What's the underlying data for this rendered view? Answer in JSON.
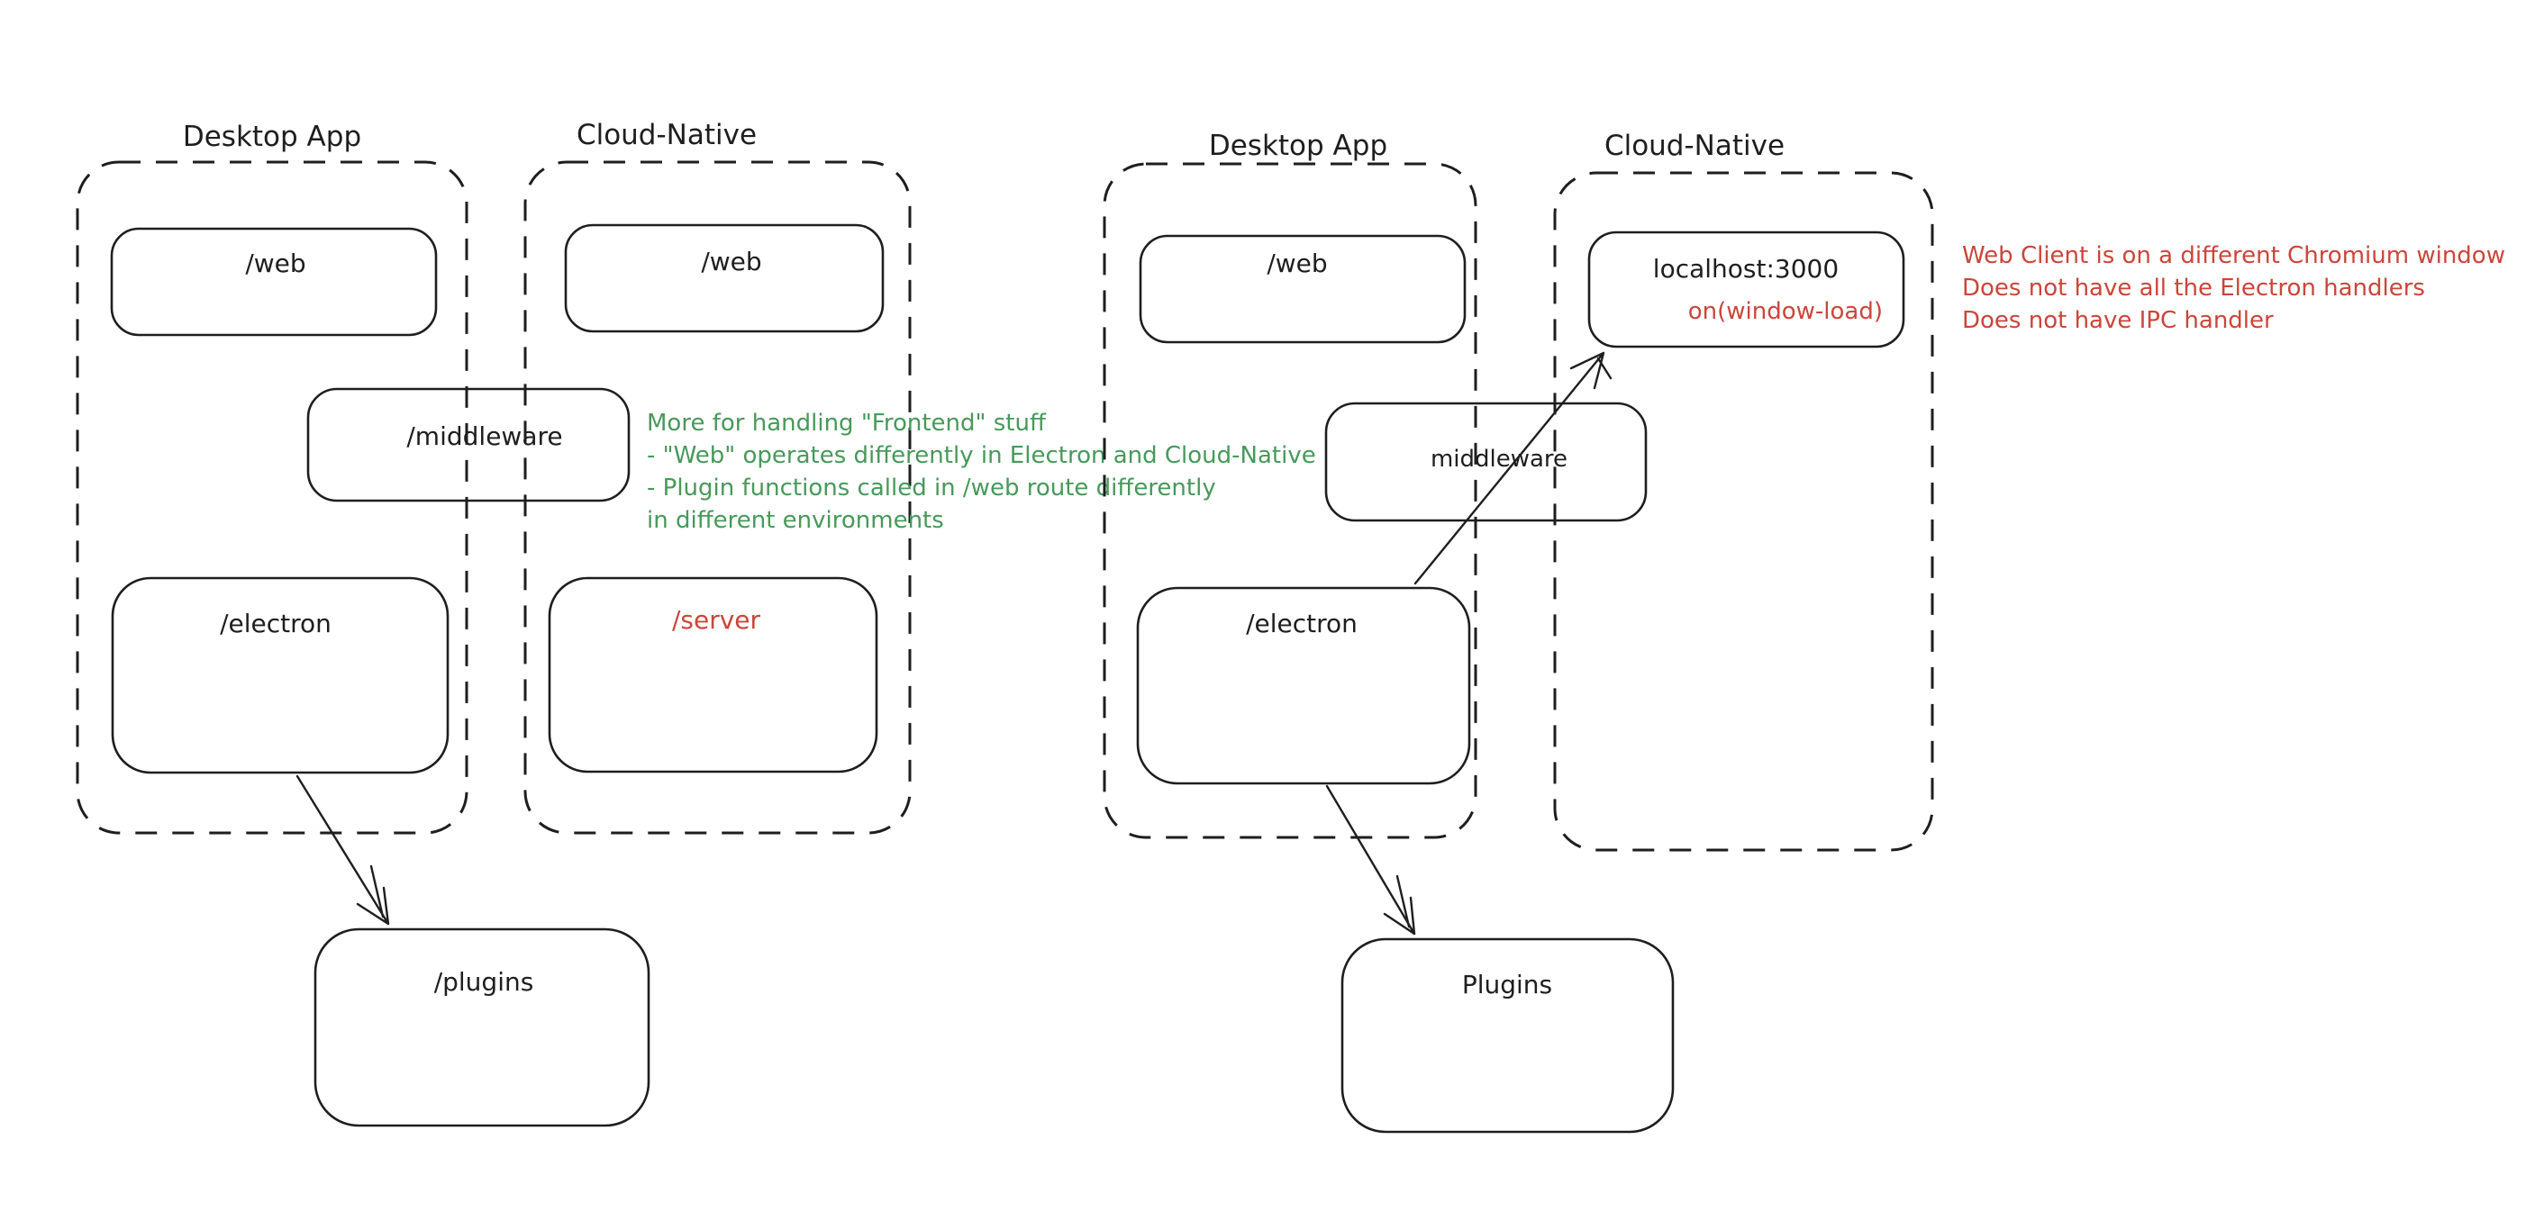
{
  "colors": {
    "background": "#ffffff",
    "ink": "#1e1e1e",
    "green": "#47995a",
    "red": "#cb453a"
  },
  "left": {
    "desktop_group_title": "Desktop App",
    "cloud_group_title": "Cloud-Native",
    "desktop_web_label": "/web",
    "cloud_web_label": "/web",
    "middleware_label": "/middleware",
    "electron_label": "/electron",
    "server_label": "/server",
    "plugins_label": "/plugins",
    "green_note_lines": [
      "More for handling \"Frontend\" stuff",
      "- \"Web\" operates differently in Electron and Cloud-Native",
      "- Plugin functions called in /web route differently",
      "in different environments"
    ]
  },
  "right": {
    "desktop_group_title": "Desktop App",
    "cloud_group_title": "Cloud-Native",
    "desktop_web_label": "/web",
    "localhost_label": "localhost:3000",
    "window_load_label": "on(window-load)",
    "middleware_label": "middleware",
    "electron_label": "/electron",
    "plugins_label": "Plugins",
    "red_note_lines": [
      "Web Client is on a different Chromium window",
      "Does not have all the Electron handlers",
      "Does not have IPC handler"
    ]
  }
}
